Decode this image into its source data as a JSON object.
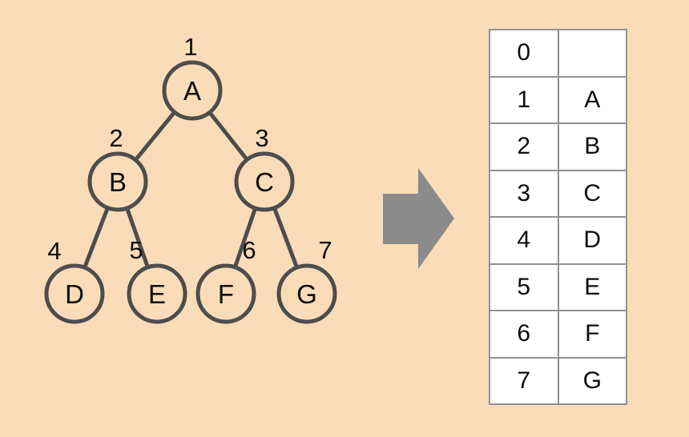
{
  "colors": {
    "background": "#fbdcb9",
    "node_fill": "#fbdcb9",
    "node_stroke": "#4d4d4d",
    "arrow": "#8b8b8b",
    "table_border": "#919191",
    "table_cell_background": "#ffffff",
    "text": "#0d0d0d"
  },
  "tree": {
    "nodes": [
      {
        "letter": "A",
        "index": "1"
      },
      {
        "letter": "B",
        "index": "2"
      },
      {
        "letter": "C",
        "index": "3"
      },
      {
        "letter": "D",
        "index": "4"
      },
      {
        "letter": "E",
        "index": "5"
      },
      {
        "letter": "F",
        "index": "6"
      },
      {
        "letter": "G",
        "index": "7"
      }
    ],
    "edges": [
      "A-B",
      "A-C",
      "B-D",
      "B-E",
      "C-F",
      "C-G"
    ]
  },
  "arrow": {
    "icon": "right-block-arrow"
  },
  "array_table": {
    "rows": [
      {
        "index": "0",
        "value": ""
      },
      {
        "index": "1",
        "value": "A"
      },
      {
        "index": "2",
        "value": "B"
      },
      {
        "index": "3",
        "value": "C"
      },
      {
        "index": "4",
        "value": "D"
      },
      {
        "index": "5",
        "value": "E"
      },
      {
        "index": "6",
        "value": "F"
      },
      {
        "index": "7",
        "value": "G"
      }
    ]
  }
}
